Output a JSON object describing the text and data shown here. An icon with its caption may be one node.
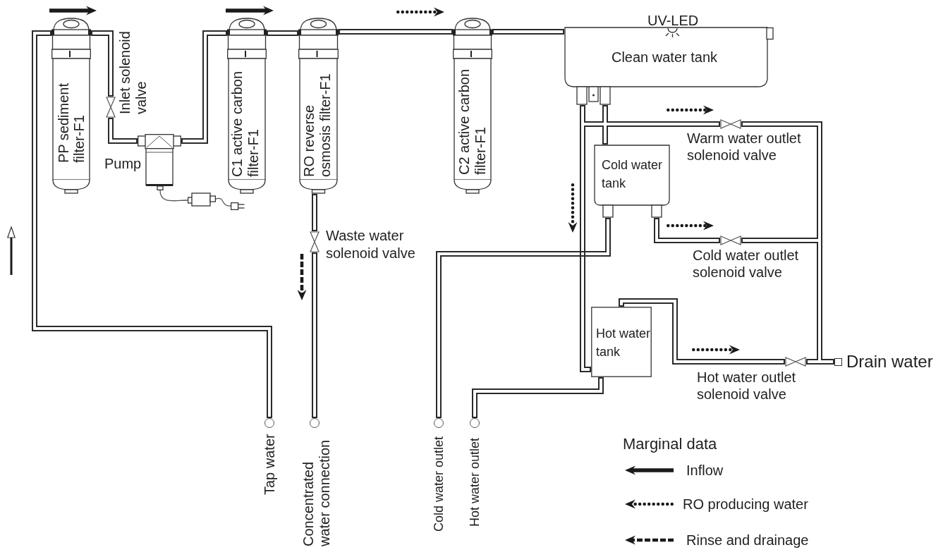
{
  "diagram": {
    "nodes": [
      {
        "text": [
          "PP sediment filter-F1"
        ]
      },
      {
        "text": [],
        "shape": "valve",
        "beside": [
          "Inlet solenoid valve"
        ]
      },
      {
        "text": [],
        "shape": "picture",
        "beside": [
          "Pump"
        ]
      },
      {
        "text": [],
        "shape": "box"
      },
      {
        "text": [],
        "shape": "picture"
      },
      {
        "text": [
          "C1 active carbon filter-F1"
        ]
      },
      {
        "text": [
          "RO reverse osmosis filter-F1"
        ]
      },
      {
        "text": [],
        "shape": "valve",
        "beside": [
          "Waste water solenoid valve"
        ]
      },
      {
        "text": [
          "C2 active carbon filter-F1"
        ]
      },
      {
        "text": [
          "Clean water tank"
        ],
        "beside": [
          "UV-LED"
        ]
      },
      {
        "text": [],
        "shape": "valve",
        "beside": [
          "Warm water outlet solenoid valve"
        ]
      },
      {
        "text": [
          "Cold water tank"
        ]
      },
      {
        "text": [],
        "shape": "valve",
        "beside": [
          "Cold water outlet solenoid valve"
        ]
      },
      {
        "text": [
          "Hot water tank"
        ]
      },
      {
        "text": [],
        "shape": "valve",
        "beside": [
          "Hot water outlet solenoid valve"
        ]
      },
      {
        "text": [],
        "shape": "box",
        "beside": [
          "Drain water"
        ]
      },
      {
        "text": [],
        "shape": "circle",
        "beside": [
          "Tap water"
        ]
      },
      {
        "text": [],
        "shape": "circle",
        "beside": [
          "Concentrated water connection"
        ]
      },
      {
        "text": [],
        "shape": "circle",
        "beside": [
          "Cold water outlet"
        ]
      },
      {
        "text": [],
        "shape": "circle",
        "beside": [
          "Hot water outlet"
        ]
      }
    ],
    "edges": [
      {
        "from": 16,
        "to": 0,
        "arrow": "none"
      },
      {
        "from": 0,
        "to": 1,
        "arrow": "none"
      },
      {
        "from": 1,
        "to": 2,
        "arrow": "none"
      },
      {
        "from": 2,
        "to": 5,
        "arrow": "none"
      },
      {
        "from": 5,
        "to": 6,
        "arrow": "none"
      },
      {
        "from": 6,
        "to": 8,
        "arrow": "none"
      },
      {
        "from": 6,
        "to": 7,
        "arrow": "none"
      },
      {
        "from": 7,
        "to": 17,
        "arrow": "none"
      },
      {
        "from": 8,
        "to": 9,
        "arrow": "none"
      },
      {
        "from": 2,
        "to": 3,
        "arrow": "none"
      },
      {
        "from": 3,
        "to": 4,
        "arrow": "none"
      },
      {
        "from": 9,
        "to": 10,
        "arrow": "none"
      },
      {
        "from": 9,
        "to": 13,
        "arrow": "none"
      },
      {
        "from": 9,
        "to": 11,
        "arrow": "none"
      },
      {
        "from": 11,
        "to": 18,
        "arrow": "none"
      },
      {
        "from": 11,
        "to": 12,
        "arrow": "none"
      },
      {
        "from": 13,
        "to": 14,
        "arrow": "none"
      },
      {
        "from": 13,
        "to": 19,
        "arrow": "none"
      },
      {
        "from": 10,
        "to": 15,
        "arrow": "none"
      },
      {
        "from": 12,
        "to": 15,
        "arrow": "none"
      },
      {
        "from": 14,
        "to": 15,
        "arrow": "none"
      }
    ],
    "labels": [
      "Marginal data"
    ],
    "legend": [
      {
        "text": "Inflow"
      },
      {
        "text": "RO producing water"
      },
      {
        "text": "Rinse and drainage"
      }
    ]
  }
}
